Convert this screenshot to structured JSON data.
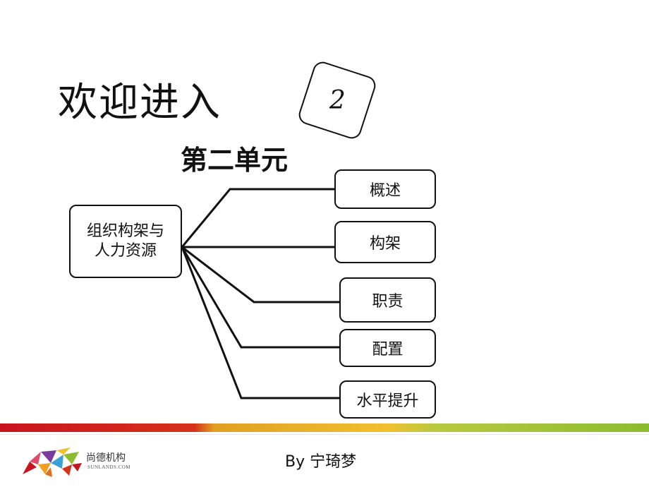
{
  "slide": {
    "title": "欢迎进入",
    "badge_number": "2",
    "unit_title": "第二单元"
  },
  "diagram": {
    "root": {
      "line1": "组织构架与",
      "line2": "人力资源"
    },
    "children": [
      "概述",
      "构架",
      "职责",
      "配置",
      "水平提升"
    ]
  },
  "footer": {
    "logo_name": "尚德机构",
    "logo_url": "SUNLANDS.COM",
    "author": "By 宁琦梦"
  },
  "colors": {
    "line": "#111111",
    "bar_red": "#c8141c",
    "bar_yellow": "#f0c030",
    "bar_green": "#8cbc30"
  }
}
